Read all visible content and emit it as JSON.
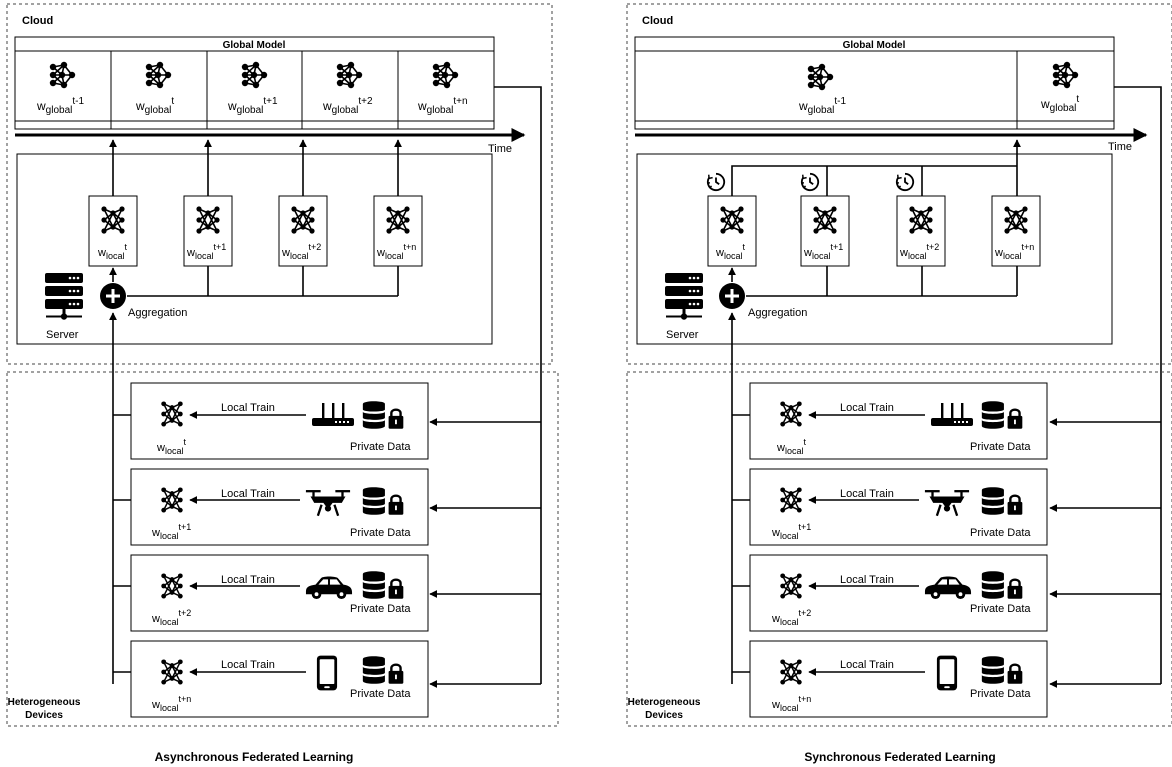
{
  "async": {
    "caption": "Asynchronous Federated Learning",
    "cloud_label": "Cloud",
    "global_model_title": "Global Model",
    "global_cells": [
      {
        "base": "w",
        "sub": "global",
        "sup": "t-1"
      },
      {
        "base": "w",
        "sub": "global",
        "sup": "t"
      },
      {
        "base": "w",
        "sub": "global",
        "sup": "t+1"
      },
      {
        "base": "w",
        "sub": "global",
        "sup": "t+2"
      },
      {
        "base": "w",
        "sub": "global",
        "sup": "t+n"
      }
    ],
    "time_label": "Time",
    "server_label": "Server",
    "aggregation_label": "Aggregation",
    "local_models": [
      {
        "base": "w",
        "sub": "local",
        "sup": "t"
      },
      {
        "base": "w",
        "sub": "local",
        "sup": "t+1"
      },
      {
        "base": "w",
        "sub": "local",
        "sup": "t+2"
      },
      {
        "base": "w",
        "sub": "local",
        "sup": "t+n"
      }
    ],
    "devices_label_line1": "Heterogeneous",
    "devices_label_line2": "Devices",
    "devices": [
      {
        "icon": "router-icon",
        "train_label": "Local Train",
        "data_label": "Private Data",
        "model": {
          "base": "w",
          "sub": "local",
          "sup": "t"
        }
      },
      {
        "icon": "drone-icon",
        "train_label": "Local Train",
        "data_label": "Private Data",
        "model": {
          "base": "w",
          "sub": "local",
          "sup": "t+1"
        }
      },
      {
        "icon": "car-icon",
        "train_label": "Local Train",
        "data_label": "Private Data",
        "model": {
          "base": "w",
          "sub": "local",
          "sup": "t+2"
        }
      },
      {
        "icon": "phone-icon",
        "train_label": "Local Train",
        "data_label": "Private Data",
        "model": {
          "base": "w",
          "sub": "local",
          "sup": "t+n"
        }
      }
    ]
  },
  "sync": {
    "caption": "Synchronous Federated Learning",
    "cloud_label": "Cloud",
    "global_model_title": "Global Model",
    "global_cells": [
      {
        "base": "w",
        "sub": "global",
        "sup": "t-1"
      },
      {
        "base": "w",
        "sub": "global",
        "sup": "t"
      }
    ],
    "time_label": "Time",
    "server_label": "Server",
    "aggregation_label": "Aggregation",
    "local_models": [
      {
        "base": "w",
        "sub": "local",
        "sup": "t"
      },
      {
        "base": "w",
        "sub": "local",
        "sup": "t+1"
      },
      {
        "base": "w",
        "sub": "local",
        "sup": "t+2"
      },
      {
        "base": "w",
        "sub": "local",
        "sup": "t+n"
      }
    ],
    "devices_label_line1": "Heterogeneous",
    "devices_label_line2": "Devices",
    "devices": [
      {
        "icon": "router-icon",
        "train_label": "Local Train",
        "data_label": "Private Data",
        "model": {
          "base": "w",
          "sub": "local",
          "sup": "t"
        }
      },
      {
        "icon": "drone-icon",
        "train_label": "Local Train",
        "data_label": "Private Data",
        "model": {
          "base": "w",
          "sub": "local",
          "sup": "t+1"
        }
      },
      {
        "icon": "car-icon",
        "train_label": "Local Train",
        "data_label": "Private Data",
        "model": {
          "base": "w",
          "sub": "local",
          "sup": "t+2"
        }
      },
      {
        "icon": "phone-icon",
        "train_label": "Local Train",
        "data_label": "Private Data",
        "model": {
          "base": "w",
          "sub": "local",
          "sup": "t+n"
        }
      }
    ]
  }
}
